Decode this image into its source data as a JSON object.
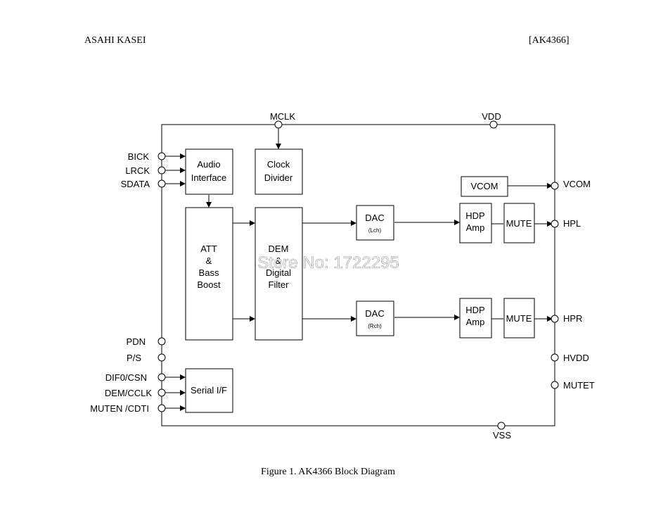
{
  "header": {
    "company": "ASAHI KASEI",
    "part_number": "[AK4366]"
  },
  "caption": "Figure 1. AK4366 Block Diagram",
  "watermark": "Store No: 1722295",
  "pins": {
    "mclk": "MCLK",
    "vdd": "VDD",
    "bick": "BICK",
    "lrck": "LRCK",
    "sdata": "SDATA",
    "pdn": "PDN",
    "ps": "P/S",
    "dif0": "DIF0/CSN",
    "dem": "DEM/CCLK",
    "muten": "MUTEN /CDTI",
    "vcom": "VCOM",
    "hpl": "HPL",
    "hpr": "HPR",
    "hvdd": "HVDD",
    "mutet": "MUTET",
    "vss": "VSS"
  },
  "blocks": {
    "audio_interface": {
      "line1": "Audio",
      "line2": "Interface"
    },
    "clock_divider": {
      "line1": "Clock",
      "line2": "Divider"
    },
    "att": {
      "line1": "ATT",
      "line2": "&",
      "line3": "Bass",
      "line4": "Boost"
    },
    "dem_filter": {
      "line1": "DEM",
      "line2": "&",
      "line3": "Digital",
      "line4": "Filter"
    },
    "dac_l": {
      "line1": "DAC",
      "line2": "(Lch)"
    },
    "dac_r": {
      "line1": "DAC",
      "line2": "(Rch)"
    },
    "hdp_l": {
      "line1": "HDP",
      "line2": "Amp"
    },
    "hdp_r": {
      "line1": "HDP",
      "line2": "Amp"
    },
    "mute_l": "MUTE",
    "mute_r": "MUTE",
    "vcom": "VCOM",
    "serial_if": "Serial I/F"
  }
}
